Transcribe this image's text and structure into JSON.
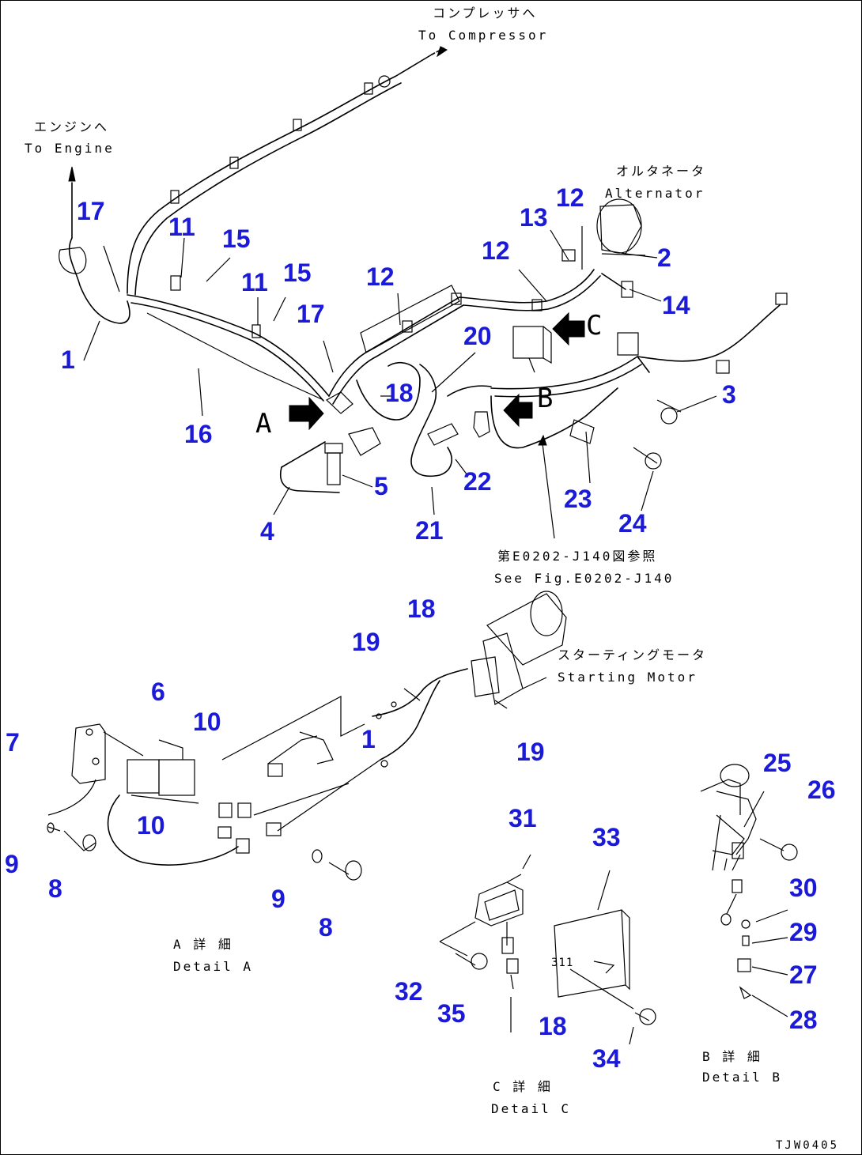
{
  "colors": {
    "callout": "#1a1ad8",
    "line": "#000000",
    "background": "#ffffff"
  },
  "notes": {
    "compressor_jp": "コンプレッサへ",
    "compressor_en": "To Compressor",
    "engine_jp": "エンジンへ",
    "engine_en": "To Engine",
    "alternator_jp": "オルタネータ",
    "alternator_en": "Alternator",
    "see_fig_jp": "第E0202-J140図参照",
    "see_fig_en": "See Fig.E0202-J140",
    "starting_motor_jp": "スターティングモータ",
    "starting_motor_en": "Starting Motor",
    "detail_a_jp": "A 詳 細",
    "detail_a_en": "Detail A",
    "detail_b_jp": "B 詳 細",
    "detail_b_en": "Detail B",
    "detail_c_jp": "C 詳 細",
    "detail_c_en": "Detail C",
    "drawing_code": "TJW0405",
    "label_311": "311"
  },
  "view_letters": {
    "a": "A",
    "b": "B",
    "c": "C"
  },
  "callouts": {
    "c1": "1",
    "c2": "2",
    "c3": "3",
    "c4": "4",
    "c5": "5",
    "c6": "6",
    "c7": "7",
    "c8": "8",
    "c9": "9",
    "c10": "10",
    "c11": "11",
    "c12": "12",
    "c13": "13",
    "c14": "14",
    "c15": "15",
    "c16": "16",
    "c17": "17",
    "c18": "18",
    "c19": "19",
    "c20": "20",
    "c21": "21",
    "c22": "22",
    "c23": "23",
    "c24": "24",
    "c25": "25",
    "c26": "26",
    "c27": "27",
    "c28": "28",
    "c29": "29",
    "c30": "30",
    "c31": "31",
    "c32": "32",
    "c33": "33",
    "c34": "34",
    "c35": "35"
  }
}
